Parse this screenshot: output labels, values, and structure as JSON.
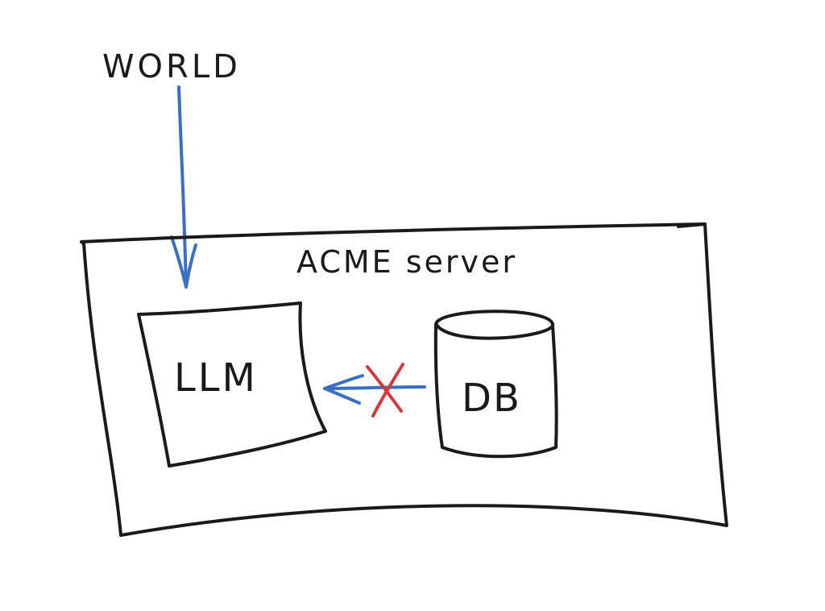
{
  "colors": {
    "ink": "#1a1a1a",
    "arrow": "#3a6fc4",
    "blocked": "#d23b3b",
    "background": "#ffffff"
  },
  "labels": {
    "world": "WORLD",
    "server": "ACME server",
    "llm": "LLM",
    "db": "DB"
  },
  "connections": [
    {
      "from": "WORLD",
      "to": "LLM",
      "blocked": false
    },
    {
      "from": "DB",
      "to": "LLM",
      "blocked": true
    }
  ],
  "icons": {
    "db_shape": "cylinder-icon",
    "blocked_marker": "x-cross-icon"
  }
}
